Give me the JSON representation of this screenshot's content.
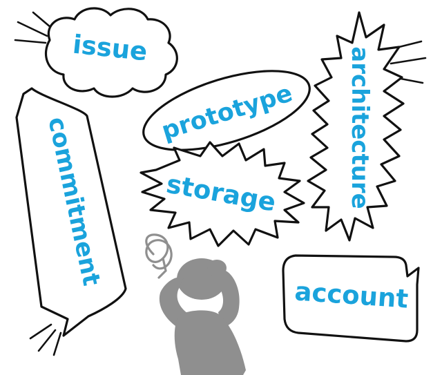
{
  "colors": {
    "word": "#1aa3dc",
    "outline": "#111111",
    "figure": "#8f8f8f",
    "background": "#ffffff"
  },
  "icons": {
    "person": "stressed-person-icon",
    "scribble": "confusion-scribble-icon"
  },
  "words": {
    "issue": "issue",
    "prototype": "prototype",
    "architecture": "architecture",
    "commitment": "commitment",
    "storage": "storage",
    "account": "account"
  }
}
